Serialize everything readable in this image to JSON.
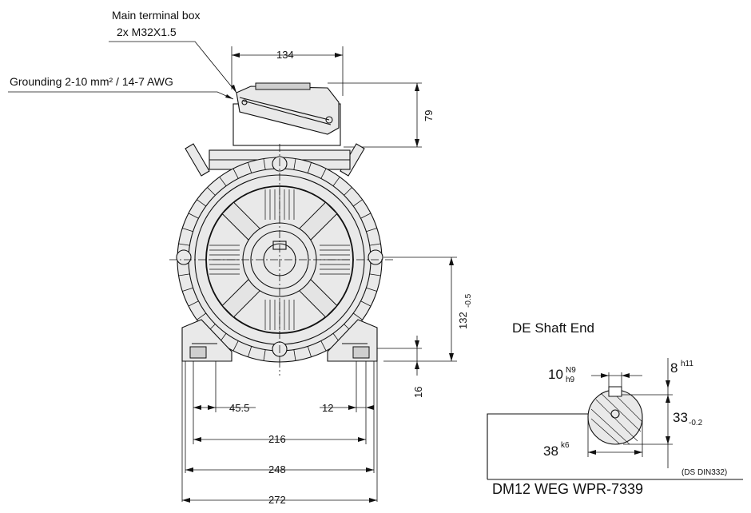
{
  "callouts": {
    "terminal_box_line1": "Main terminal box",
    "terminal_box_line2": "2x M32X1.5",
    "grounding": "Grounding 2-10 mm² / 14-7 AWG"
  },
  "dimensions": {
    "top_width": "134",
    "box_height": "79",
    "shaft_height": "132",
    "shaft_height_tol": "-0.5",
    "foot_height": "16",
    "foot_offset": "45.5",
    "foot_slot": "12",
    "hole_spacing": "216",
    "foot_width": "248",
    "overall_width": "272"
  },
  "shaft_end": {
    "title": "DE Shaft End",
    "key_width": "10",
    "key_width_upper": "N9",
    "key_width_lower": "h9",
    "key_height": "8",
    "key_height_tol": "h11",
    "diameter": "38",
    "diameter_tol": "k6",
    "key_depth": "33",
    "key_depth_tol": "-0.2",
    "standard": "(DS DIN332)",
    "model": "DM12 WEG WPR-7339"
  }
}
